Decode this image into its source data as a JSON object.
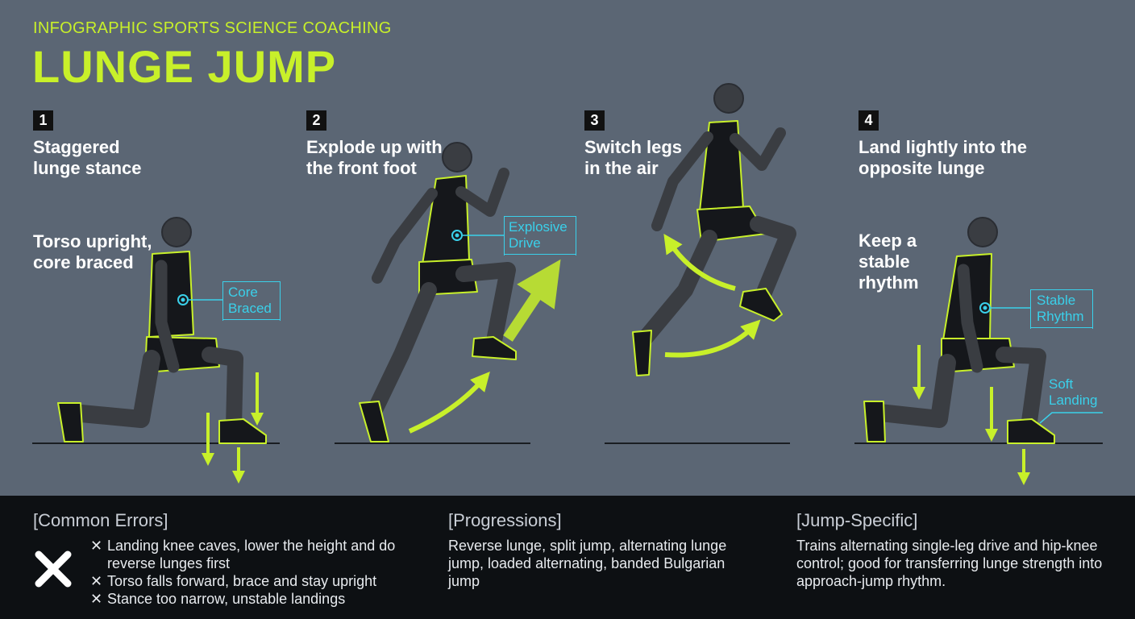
{
  "header": {
    "subtitle": "INFOGRAPHIC SPORTS SCIENCE COACHING",
    "title": "LUNGE JUMP"
  },
  "steps": [
    {
      "number": "1",
      "text": "Staggered\nlunge stance"
    },
    {
      "number": "2",
      "text": "Explode up with\nthe front foot"
    },
    {
      "number": "3",
      "text": "Switch legs\nin the air"
    },
    {
      "number": "4",
      "text": "Land lightly into the\nopposite lunge"
    }
  ],
  "notes": {
    "step1": "Torso upright,\ncore braced",
    "step4": "Keep a\nstable\nrhythm"
  },
  "callouts": {
    "core_braced": "Core\nBraced",
    "explosive_drive": "Explosive\nDrive",
    "stable_rhythm": "Stable\nRhythm",
    "soft_landing": "Soft\nLanding"
  },
  "common_errors": {
    "heading": "[Common Errors]",
    "items": [
      "Landing knee caves, lower the height and do reverse lunges first",
      "Torso falls forward, brace and stay upright",
      "Stance too narrow, unstable landings"
    ]
  },
  "progressions": {
    "heading": "[Progressions]",
    "text": "Reverse lunge, split jump, alternating lunge jump, loaded alternating, banded Bulgarian jump"
  },
  "jump_specific": {
    "heading": "[Jump-Specific]",
    "text": "Trains alternating single-leg drive and hip-knee control; good for transferring lunge strength into approach-jump rhythm."
  },
  "colors": {
    "accent": "#c8f02a",
    "callout": "#3ad0ea",
    "background": "#5b6674",
    "panel": "#0d1013"
  }
}
